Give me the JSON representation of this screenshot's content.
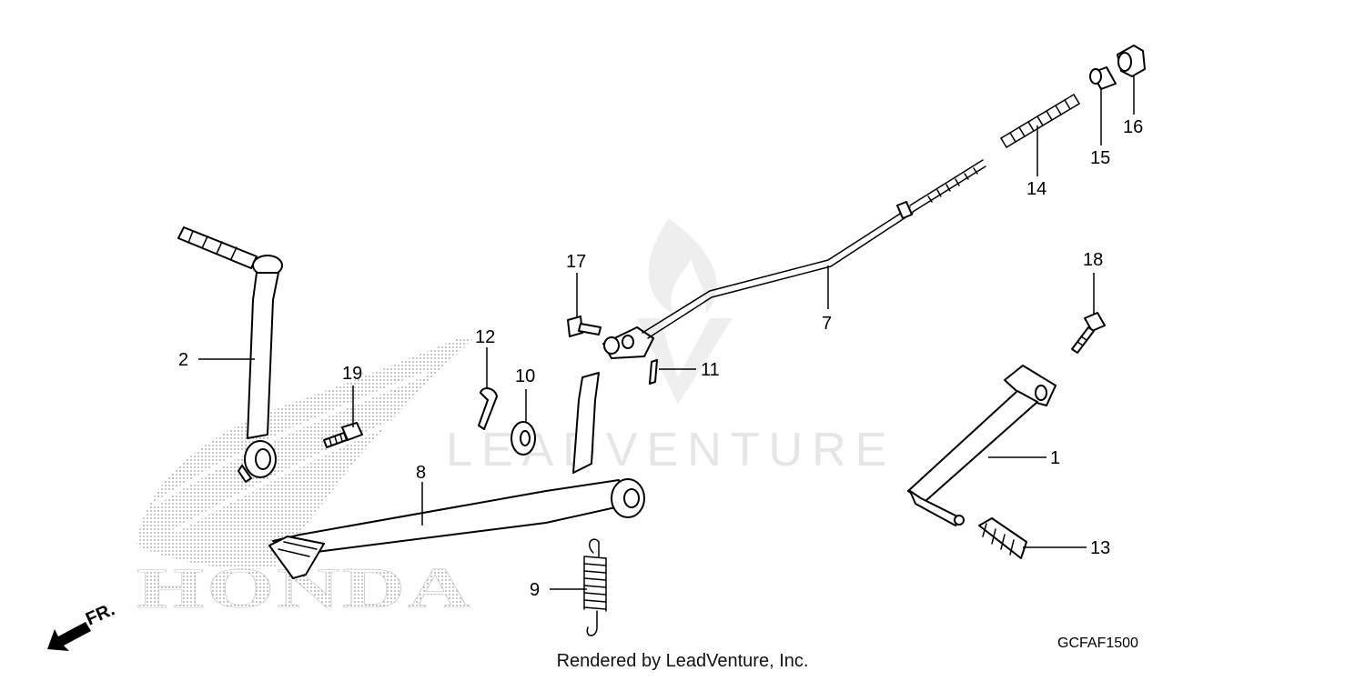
{
  "diagram": {
    "brand": "HONDA",
    "watermark": "LEADVENTURE",
    "direction": "FR.",
    "code": "GCFAF1500",
    "footer": "Rendered by LeadVenture, Inc.",
    "callouts": {
      "c1": "1",
      "c2": "2",
      "c7": "7",
      "c8": "8",
      "c9": "9",
      "c10": "10",
      "c11": "11",
      "c12": "12",
      "c13": "13",
      "c14": "14",
      "c15": "15",
      "c16": "16",
      "c17": "17",
      "c18": "18",
      "c19": "19"
    }
  }
}
